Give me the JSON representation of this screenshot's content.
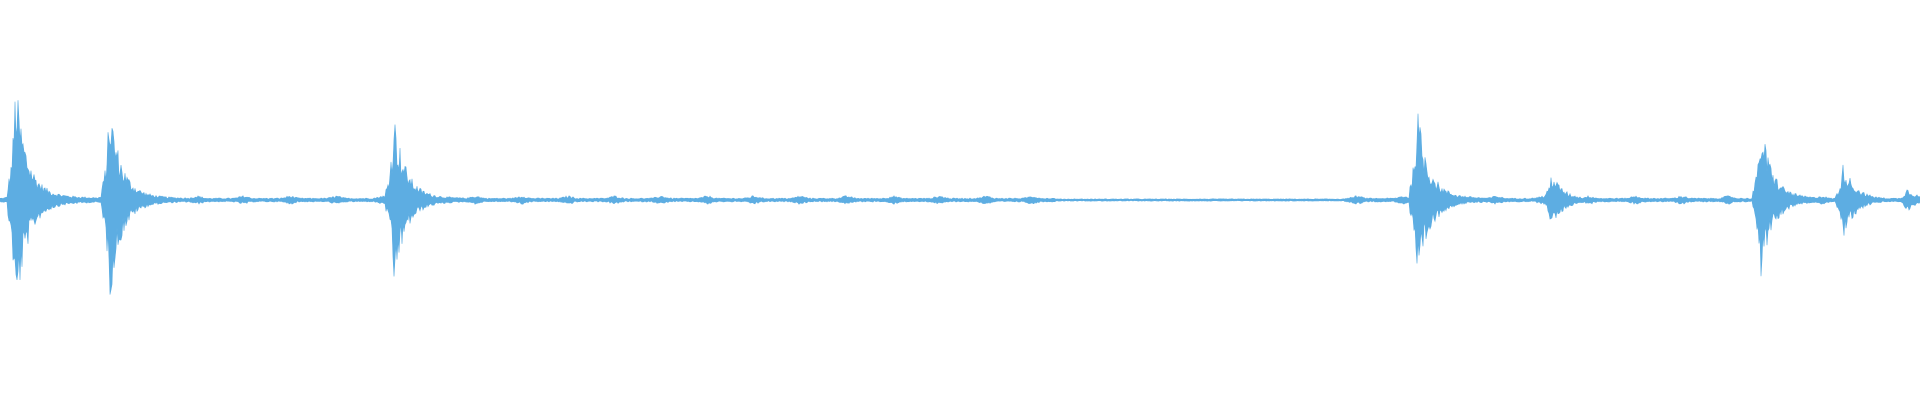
{
  "waveform": {
    "color": "#5dade2",
    "background": "#ffffff",
    "baseline_amplitude": 0.01,
    "events": [
      {
        "at": 0.008,
        "amp": 0.6,
        "kind": "burst"
      },
      {
        "at": 0.057,
        "amp": 0.5,
        "kind": "burst"
      },
      {
        "at": 0.205,
        "amp": 0.44,
        "kind": "burst"
      },
      {
        "at": 0.738,
        "amp": 0.46,
        "kind": "burst"
      },
      {
        "at": 0.808,
        "amp": 0.14,
        "kind": "burst"
      },
      {
        "at": 0.917,
        "amp": 0.39,
        "kind": "burst"
      },
      {
        "at": 0.96,
        "amp": 0.19,
        "kind": "burst"
      },
      {
        "at": 0.993,
        "amp": 0.06,
        "kind": "burst"
      }
    ],
    "quiet_segments": [
      {
        "from": 0.55,
        "to": 0.7,
        "amp": 0.006
      }
    ]
  }
}
